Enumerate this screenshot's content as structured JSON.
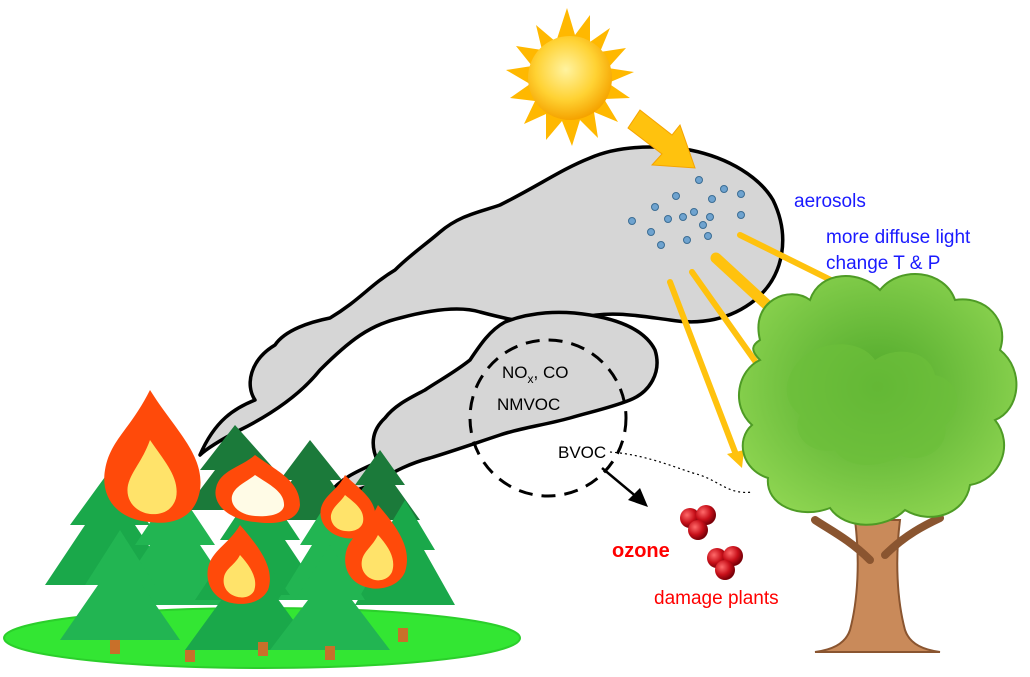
{
  "labels": {
    "aerosols": "aerosols",
    "diffuse_light": "more diffuse light",
    "change_tp": "change T & P",
    "nox_main": "NO",
    "nox_sub": "x",
    "nox_rest": ", CO",
    "nmvoc": "NMVOC",
    "bvoc": "BVOC",
    "ozone": "ozone",
    "damage": "damage plants"
  },
  "colors": {
    "aerosol_text": "#1a1aff",
    "ozone_text": "#ff0000",
    "smoke": "#d6d6d6",
    "sun": "#fdb813",
    "arrow": "#ffc20e",
    "ground": "#33e633",
    "tree_canopy": "#79c843",
    "trunk": "#c98a5a",
    "pine": "#1aa84a",
    "flame_outer": "#ff4a0a",
    "flame_inner": "#ffe36a"
  },
  "icons": [
    "sun-icon",
    "smoke-plume",
    "aerosol-particles",
    "pine-forest",
    "flame-icon",
    "ozone-molecule",
    "deciduous-tree"
  ]
}
